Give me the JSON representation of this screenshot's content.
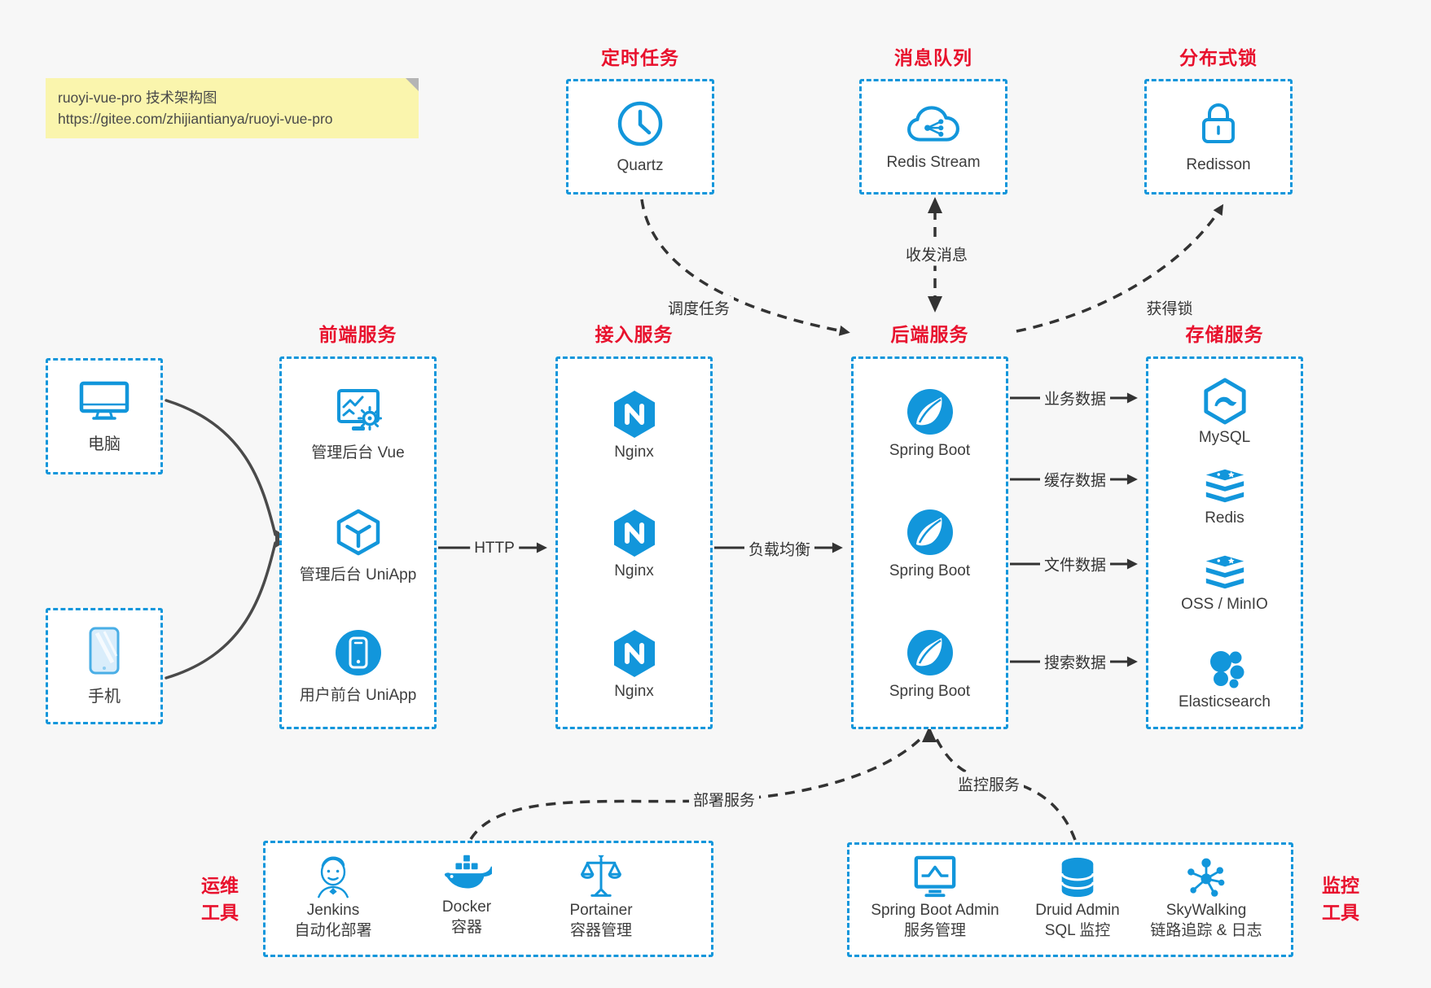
{
  "note": {
    "title": "ruoyi-vue-pro 技术架构图",
    "url": "https://gitee.com/zhijiantianya/ruoyi-vue-pro"
  },
  "scheduler": {
    "title": "定时任务",
    "item": "Quartz"
  },
  "mq": {
    "title": "消息队列",
    "item": "Redis Stream"
  },
  "dlock": {
    "title": "分布式锁",
    "item": "Redisson"
  },
  "clients": {
    "pc": "电脑",
    "mobile": "手机"
  },
  "frontend": {
    "title": "前端服务",
    "items": [
      "管理后台 Vue",
      "管理后台 UniApp",
      "用户前台 UniApp"
    ]
  },
  "access": {
    "title": "接入服务",
    "items": [
      "Nginx",
      "Nginx",
      "Nginx"
    ]
  },
  "backend": {
    "title": "后端服务",
    "items": [
      "Spring Boot",
      "Spring Boot",
      "Spring Boot"
    ]
  },
  "storage": {
    "title": "存储服务",
    "items": [
      "MySQL",
      "Redis",
      "OSS / MinIO",
      "Elasticsearch"
    ]
  },
  "edges": {
    "http": "HTTP",
    "load_balance": "负载均衡",
    "business_data": "业务数据",
    "cache_data": "缓存数据",
    "file_data": "文件数据",
    "search_data": "搜索数据",
    "schedule": "调度任务",
    "message": "收发消息",
    "lock": "获得锁",
    "deploy": "部署服务",
    "monitor": "监控服务"
  },
  "ops": {
    "label_lines": [
      "运维",
      "工具"
    ],
    "items": [
      {
        "name": "Jenkins",
        "desc": "自动化部署"
      },
      {
        "name": "Docker",
        "desc": "容器"
      },
      {
        "name": "Portainer",
        "desc": "容器管理"
      }
    ]
  },
  "monitoring": {
    "label_lines": [
      "监控",
      "工具"
    ],
    "items": [
      {
        "name": "Spring Boot Admin",
        "desc": "服务管理"
      },
      {
        "name": "Druid Admin",
        "desc": "SQL 监控"
      },
      {
        "name": "SkyWalking",
        "desc": "链路追踪 & 日志"
      }
    ]
  },
  "colors": {
    "accent_blue": "#1296db",
    "title_red": "#e8112d",
    "note_bg": "#faf5ad",
    "background": "#f7f7f7",
    "arrow_dark": "#333333"
  }
}
